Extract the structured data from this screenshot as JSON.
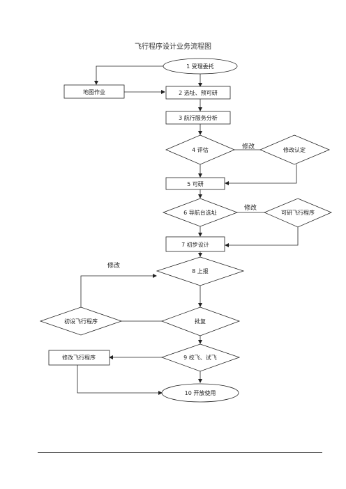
{
  "title": "飞行程序设计业务流程图",
  "nodes": {
    "n1": "1  受理委托",
    "map_work": "地图作业",
    "n2": "2  选址、预可研",
    "n3": "3  航行服务分析",
    "n4": "4  评估",
    "edge_modify_1": "修改",
    "modify_confirm": "修改认定",
    "n5": "5 可研",
    "n6": "6  导航台选址",
    "edge_modify_2": "修改",
    "feasibility_proc": "可研飞行程序",
    "n7": "7  初步设计",
    "edge_modify_3": "修改",
    "n8": "8 上报",
    "initial_proc": "初设飞行程序",
    "approval": "批复",
    "modify_proc": "修改飞行程序",
    "n9": "9 校飞、试飞",
    "n10": "10  开放使用"
  }
}
